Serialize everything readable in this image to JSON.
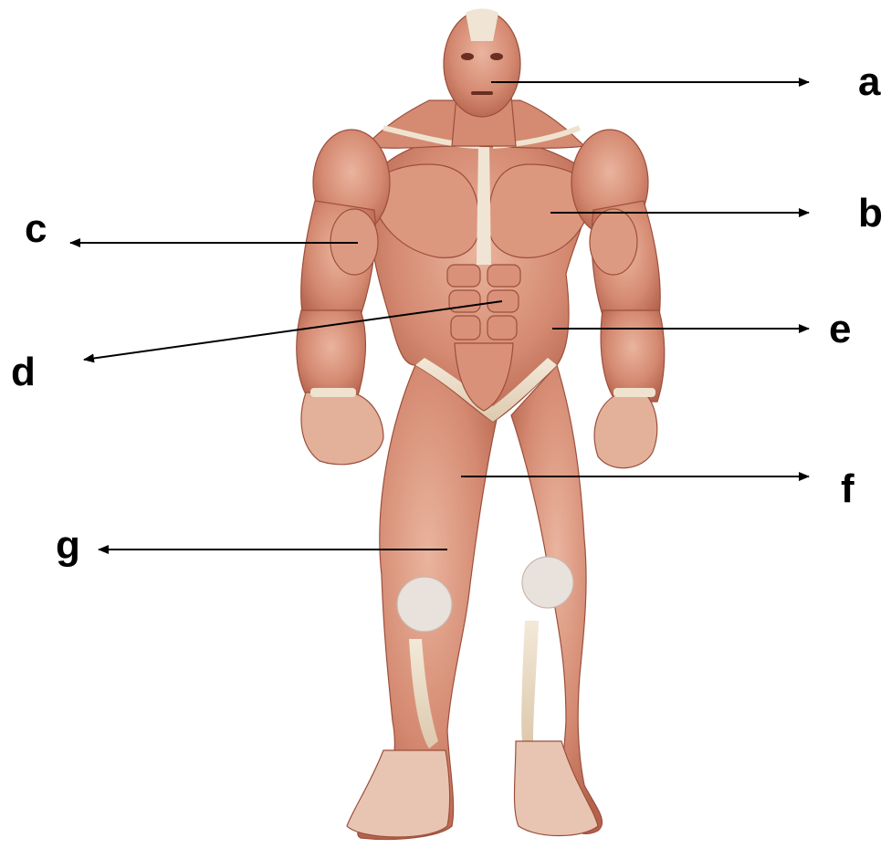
{
  "labels": [
    {
      "id": "a",
      "text": "a"
    },
    {
      "id": "b",
      "text": "b"
    },
    {
      "id": "c",
      "text": "c"
    },
    {
      "id": "d",
      "text": "d"
    },
    {
      "id": "e",
      "text": "e"
    },
    {
      "id": "f",
      "text": "f"
    },
    {
      "id": "g",
      "text": "g"
    }
  ],
  "colors": {
    "muscle": "#d58a72",
    "muscle_dark": "#b9654f",
    "muscle_light": "#e9b29c",
    "tendon": "#efe3cf",
    "skin_shadow": "#a85a45",
    "pointer": "#000000"
  }
}
